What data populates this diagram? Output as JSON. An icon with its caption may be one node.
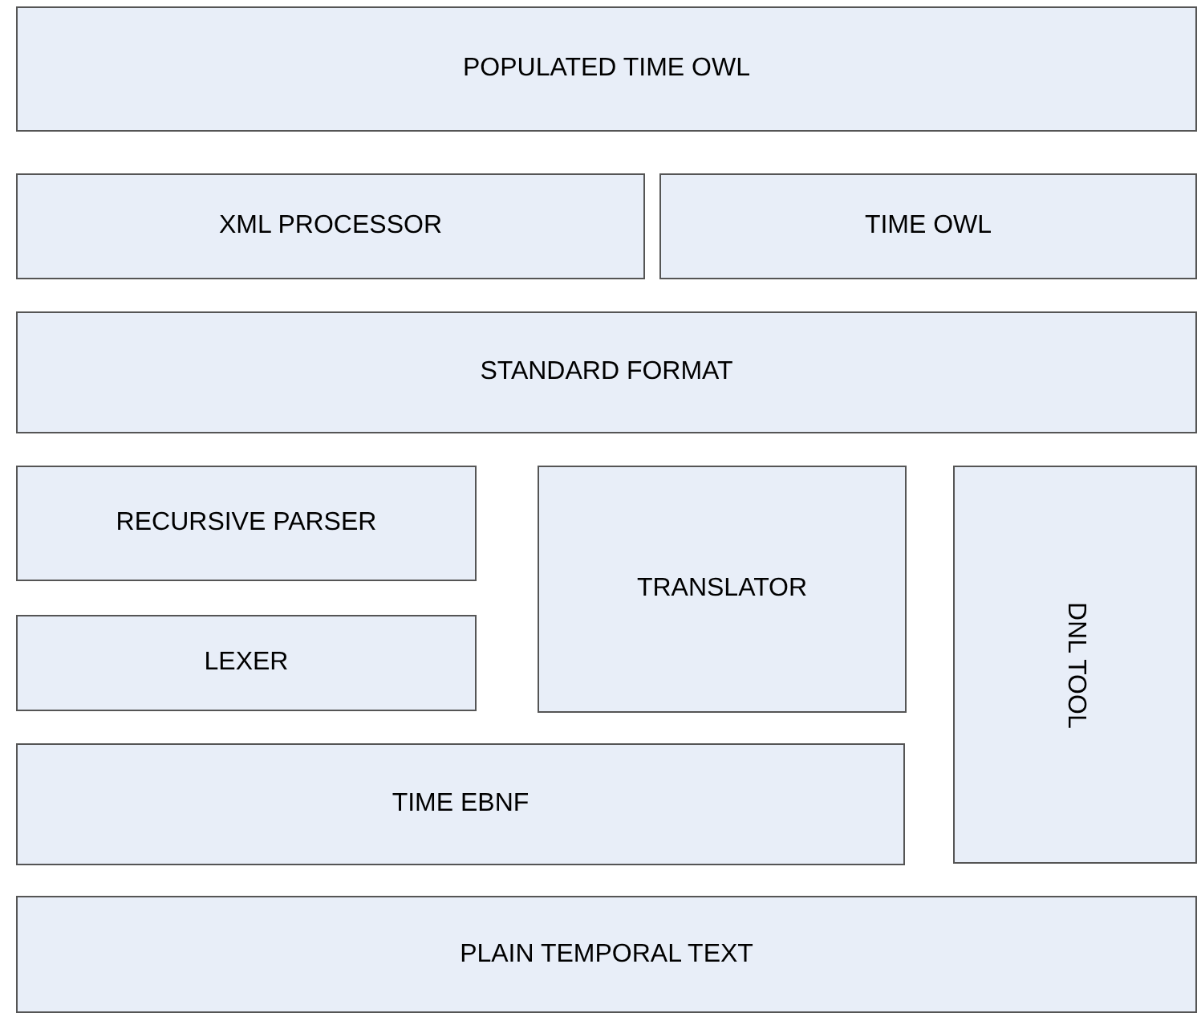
{
  "diagram": {
    "nodes": [
      {
        "text": [
          "POPULATED TIME OWL"
        ]
      },
      {
        "text": [
          "XML PROCESSOR"
        ]
      },
      {
        "text": [
          "TIME OWL"
        ]
      },
      {
        "text": [
          "STANDARD FORMAT"
        ]
      },
      {
        "text": [
          "RECURSIVE PARSER"
        ]
      },
      {
        "text": [
          "TRANSLATOR"
        ]
      },
      {
        "text": [
          "DNL TOOL"
        ]
      },
      {
        "text": [
          "LEXER"
        ]
      },
      {
        "text": [
          "TIME EBNF"
        ]
      },
      {
        "text": [
          "PLAIN TEMPORAL TEXT"
        ]
      }
    ]
  }
}
